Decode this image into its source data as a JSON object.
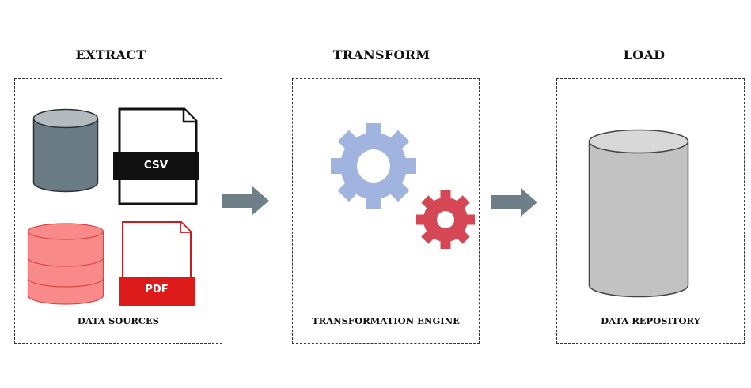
{
  "stages": {
    "extract": {
      "title": "EXTRACT",
      "label": "DATA SOURCES",
      "sources": {
        "csv_label": "CSV",
        "pdf_label": "PDF"
      }
    },
    "transform": {
      "title": "TRANSFORM",
      "label": "TRANSFORMATION ENGINE"
    },
    "load": {
      "title": "LOAD",
      "label": "DATA REPOSITORY"
    }
  },
  "colors": {
    "dark_database": "#6b7b84",
    "red_database": "#f98a8a",
    "csv_band": "#111111",
    "pdf_red": "#dd1a1a",
    "large_gear": "#a0b4df",
    "small_gear": "#d64755",
    "arrow": "#6f7f87",
    "repository": "#c2c2c2"
  }
}
